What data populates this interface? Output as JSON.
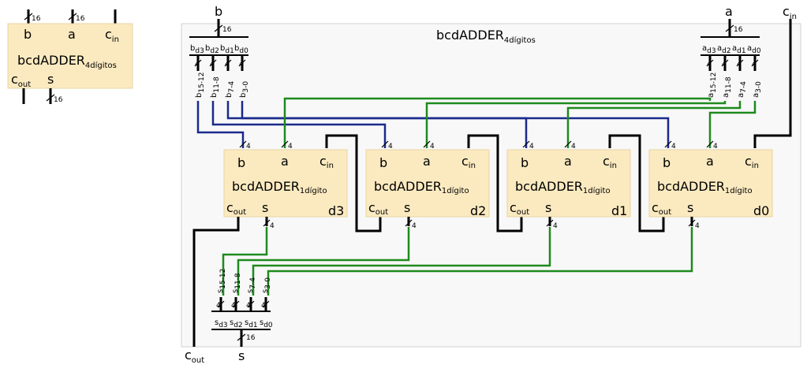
{
  "symbol": {
    "title": "bcdADDER",
    "title_sub": "4dígitos",
    "ports": {
      "b": "b",
      "a": "a",
      "cin": "c",
      "cin_sub": "in",
      "cout": "c",
      "cout_sub": "out",
      "s": "s"
    },
    "widths": {
      "b": "16",
      "a": "16",
      "s": "16"
    }
  },
  "frame": {
    "title": "bcdADDER",
    "title_sub": "4dígitos",
    "inputs": {
      "b": "b",
      "a": "a",
      "cin": "c",
      "cin_sub": "in"
    },
    "outputs": {
      "cout": "c",
      "cout_sub": "out",
      "s": "s"
    },
    "bus_width": "16",
    "nibble_width": "4"
  },
  "b_split": {
    "outs": [
      {
        "t": "b",
        "s": "d3"
      },
      {
        "t": "b",
        "s": "d2"
      },
      {
        "t": "b",
        "s": "d1"
      },
      {
        "t": "b",
        "s": "d0"
      }
    ],
    "wires": [
      {
        "t": "b",
        "s": "15-12"
      },
      {
        "t": "b",
        "s": "11-8"
      },
      {
        "t": "b",
        "s": "7-4"
      },
      {
        "t": "b",
        "s": "3-0"
      }
    ]
  },
  "a_split": {
    "outs": [
      {
        "t": "a",
        "s": "d3"
      },
      {
        "t": "a",
        "s": "d2"
      },
      {
        "t": "a",
        "s": "d1"
      },
      {
        "t": "a",
        "s": "d0"
      }
    ],
    "wires": [
      {
        "t": "a",
        "s": "15-12"
      },
      {
        "t": "a",
        "s": "11-8"
      },
      {
        "t": "a",
        "s": "7-4"
      },
      {
        "t": "a",
        "s": "3-0"
      }
    ]
  },
  "s_join": {
    "ins": [
      {
        "t": "s",
        "s": "d3"
      },
      {
        "t": "s",
        "s": "d2"
      },
      {
        "t": "s",
        "s": "d1"
      },
      {
        "t": "s",
        "s": "d0"
      }
    ],
    "wires": [
      {
        "t": "s",
        "s": "15-12"
      },
      {
        "t": "s",
        "s": "11-8"
      },
      {
        "t": "s",
        "s": "7-4"
      },
      {
        "t": "s",
        "s": "3-0"
      }
    ]
  },
  "digit_blocks": [
    {
      "title": "bcdADDER",
      "title_sub": "1dígito",
      "id": "d3",
      "b": "b",
      "a": "a",
      "cin": "c",
      "cin_sub": "in",
      "cout": "c",
      "cout_sub": "out",
      "s": "s"
    },
    {
      "title": "bcdADDER",
      "title_sub": "1dígito",
      "id": "d2",
      "b": "b",
      "a": "a",
      "cin": "c",
      "cin_sub": "in",
      "cout": "c",
      "cout_sub": "out",
      "s": "s"
    },
    {
      "title": "bcdADDER",
      "title_sub": "1dígito",
      "id": "d1",
      "b": "b",
      "a": "a",
      "cin": "c",
      "cin_sub": "in",
      "cout": "c",
      "cout_sub": "out",
      "s": "s"
    },
    {
      "title": "bcdADDER",
      "title_sub": "1dígito",
      "id": "d0",
      "b": "b",
      "a": "a",
      "cin": "c",
      "cin_sub": "in",
      "cout": "c",
      "cout_sub": "out",
      "s": "s"
    }
  ],
  "colors": {
    "block": "#fbeac0",
    "frame": "#f8f8f8",
    "b_bus": "#1a2a8c",
    "a_bus": "#1e8a1e",
    "s_bus": "#1e8a1e",
    "wire": "#000000"
  }
}
